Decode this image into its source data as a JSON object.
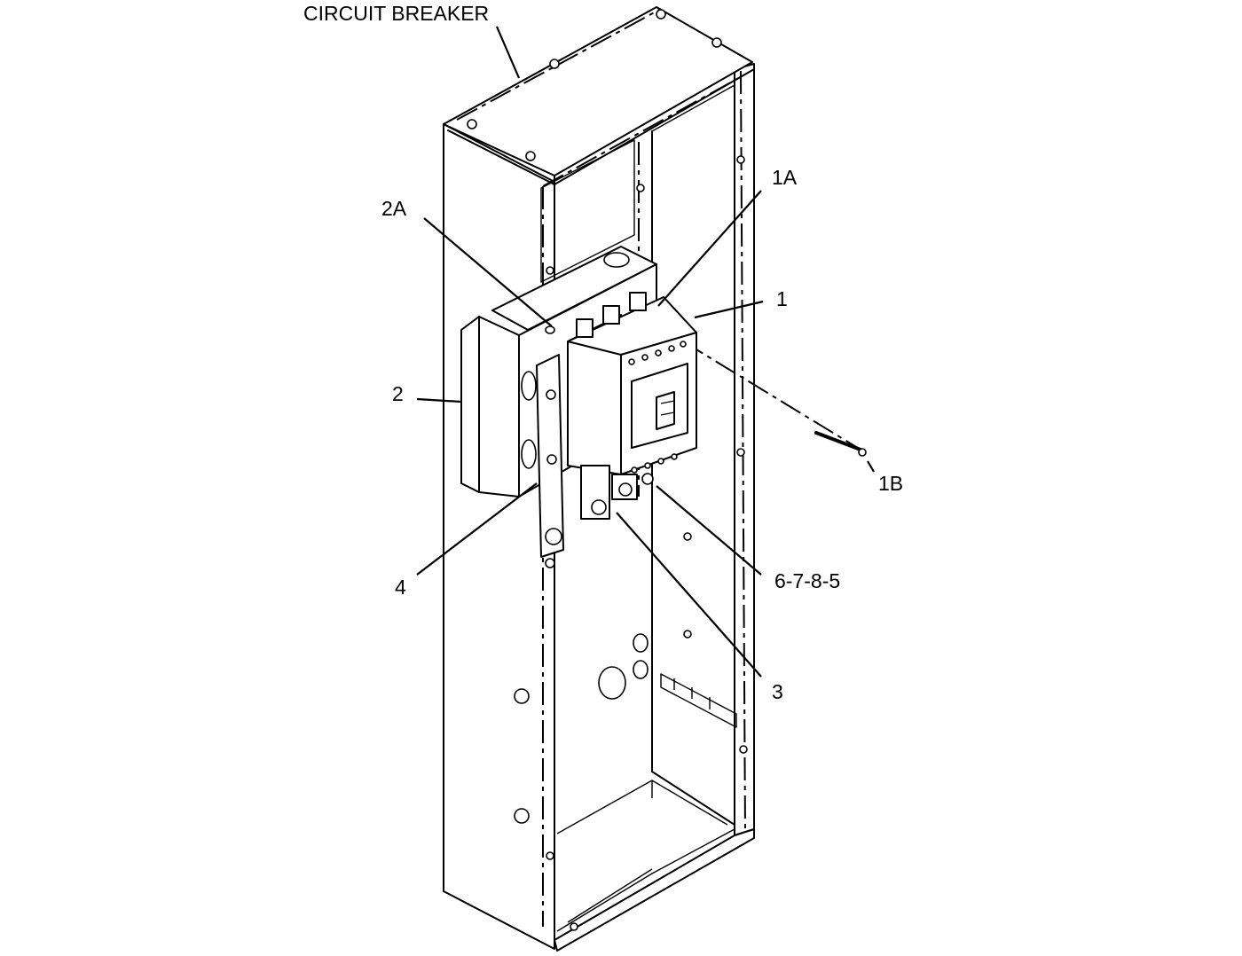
{
  "diagram": {
    "callouts": [
      {
        "id": "circuit-breaker",
        "text": "CIRCUIT BREAKER"
      },
      {
        "id": "1A",
        "text": "1A"
      },
      {
        "id": "2A",
        "text": "2A"
      },
      {
        "id": "1",
        "text": "1"
      },
      {
        "id": "2",
        "text": "2"
      },
      {
        "id": "1B",
        "text": "1B"
      },
      {
        "id": "4",
        "text": "4"
      },
      {
        "id": "6-7-8-5",
        "text": "6-7-8-5"
      },
      {
        "id": "3",
        "text": "3"
      }
    ]
  }
}
